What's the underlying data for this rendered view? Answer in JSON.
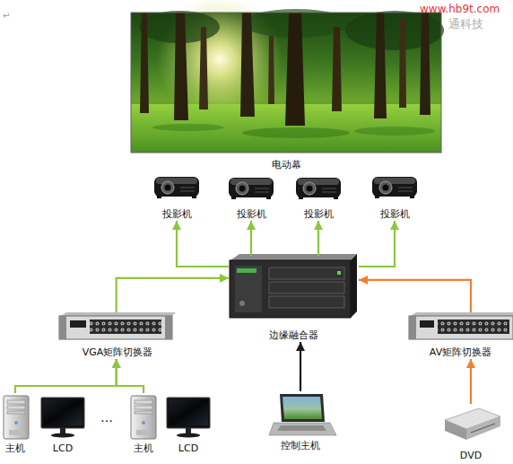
{
  "diagram": {
    "nodes": [
      {
        "text": [
          "电动幕"
        ]
      },
      {
        "text": [
          "投影机"
        ]
      },
      {
        "text": [
          "投影机"
        ]
      },
      {
        "text": [
          "投影机"
        ]
      },
      {
        "text": [
          "投影机"
        ]
      },
      {
        "text": [
          "边缘融合器"
        ]
      },
      {
        "text": [
          "VGA矩阵切换器"
        ]
      },
      {
        "text": [
          "AV矩阵切换器"
        ]
      },
      {
        "text": [
          "主机"
        ]
      },
      {
        "text": [
          "LCD"
        ]
      },
      {
        "text": [
          "主机"
        ]
      },
      {
        "text": [
          "LCD"
        ]
      },
      {
        "text": [
          "控制主机"
        ]
      },
      {
        "text": [
          "DVD"
        ]
      }
    ],
    "edges": [
      {
        "from": 5,
        "to": 1,
        "arrow": "to"
      },
      {
        "from": 5,
        "to": 2,
        "arrow": "to"
      },
      {
        "from": 5,
        "to": 3,
        "arrow": "to"
      },
      {
        "from": 5,
        "to": 4,
        "arrow": "to"
      },
      {
        "from": 6,
        "to": 5,
        "arrow": "to"
      },
      {
        "from": 7,
        "to": 5,
        "arrow": "to"
      },
      {
        "from": 8,
        "to": 6,
        "arrow": "to"
      },
      {
        "from": 10,
        "to": 6,
        "arrow": "to"
      },
      {
        "from": 12,
        "to": 5,
        "arrow": "to"
      },
      {
        "from": 13,
        "to": 7,
        "arrow": "to"
      }
    ],
    "labels": [
      "↵",
      "www.hb9t.com",
      "通科技",
      "…"
    ]
  }
}
